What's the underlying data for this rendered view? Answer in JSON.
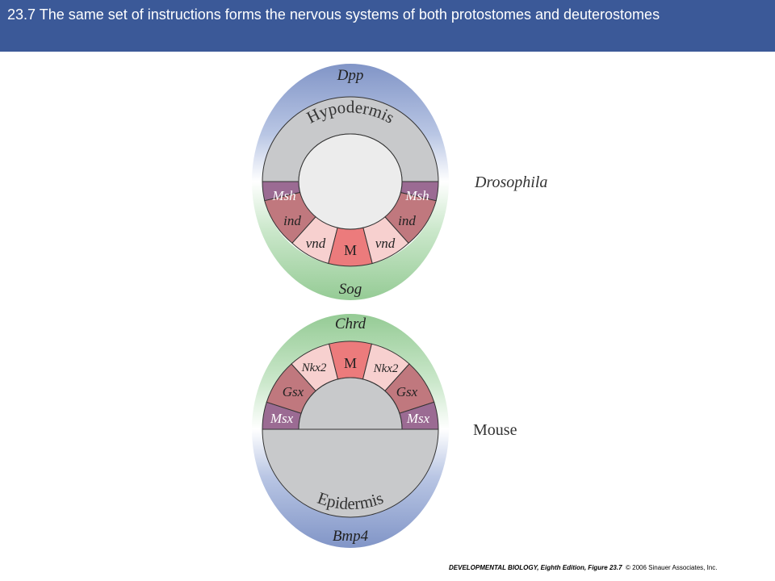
{
  "header": {
    "title": "23.7  The same set of instructions forms the nervous systems of both protostomes and deuterostomes"
  },
  "drosophila": {
    "label": "Drosophila",
    "top_gradient": "Dpp",
    "bottom_gradient": "Sog",
    "outer_region": "Hypodermis",
    "left_segments": [
      "Msh",
      "ind",
      "vnd"
    ],
    "midline": "M",
    "right_segments": [
      "Msh",
      "ind",
      "vnd"
    ]
  },
  "mouse": {
    "label": "Mouse",
    "top_gradient": "Chrd",
    "bottom_gradient": "Bmp4",
    "outer_region": "Epidermis",
    "left_segments": [
      "Msx",
      "Gsx",
      "Nkx2"
    ],
    "midline": "M",
    "right_segments": [
      "Msx",
      "Gsx",
      "Nkx2"
    ]
  },
  "footer": {
    "book": "DEVELOPMENTAL BIOLOGY, Eighth Edition, Figure 23.7",
    "copyright": "© 2006 Sinauer Associates, Inc."
  },
  "colors": {
    "header_bg": "#3b5998",
    "msh_msx": "#9b6b93",
    "ind_gsx": "#c0787e",
    "vnd_nkx2": "#f7d0cf",
    "midline": "#ec7b7c",
    "gray_tissue": "#c8c9cb",
    "lumen": "#ececec",
    "dpp_bmp4_band": "#8da0cf",
    "sog_chrd_band": "#a6d3a6"
  }
}
